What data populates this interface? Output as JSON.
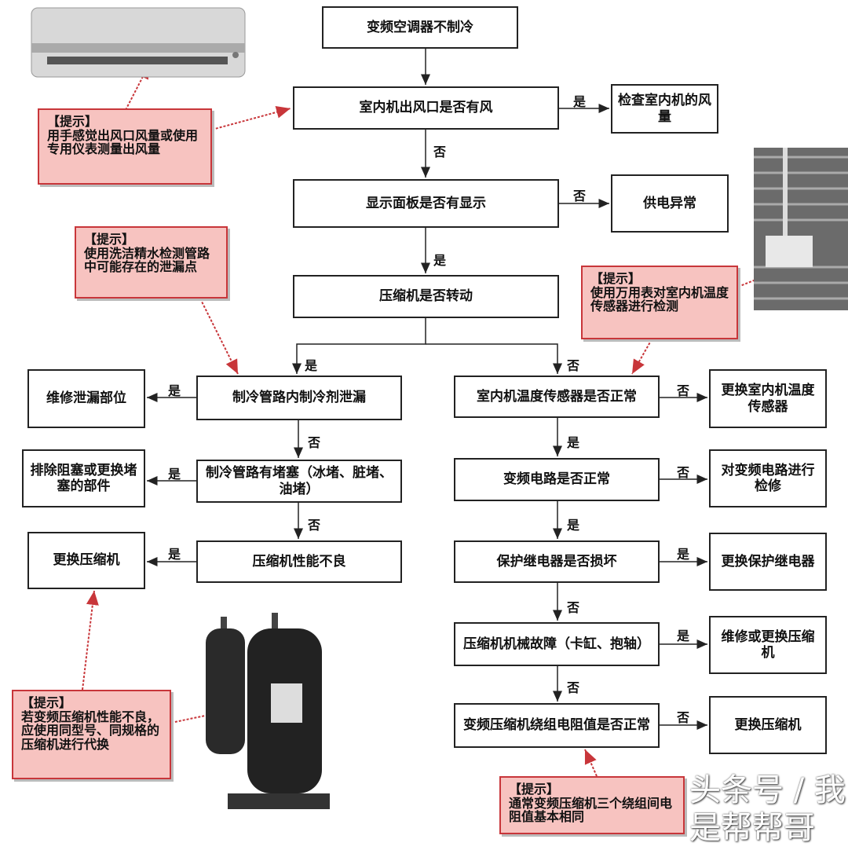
{
  "start": "变频空调器不制冷",
  "q1": "室内机出风口是否有风",
  "q1_yes": "检查室内机的风量",
  "q2": "显示面板是否有显示",
  "q2_no": "供电异常",
  "q3": "压缩机是否转动",
  "l1": "制冷管路内制冷剂泄漏",
  "l1_yes": "维修泄漏部位",
  "l2": "制冷管路有堵塞（冰堵、脏堵、油堵）",
  "l2_yes": "排除阻塞或更换堵塞的部件",
  "l3": "压缩机性能不良",
  "l3_yes": "更换压缩机",
  "r1": "室内机温度传感器是否正常",
  "r1_no": "更换室内机温度传感器",
  "r2": "变频电路是否正常",
  "r2_no": "对变频电路进行检修",
  "r3": "保护继电器是否损坏",
  "r3_yes": "更换保护继电器",
  "r4": "压缩机机械故障（卡缸、抱轴）",
  "r4_yes": "维修或更换压缩机",
  "r5": "变频压缩机绕组电阻值是否正常",
  "r5_no": "更换压缩机",
  "yes": "是",
  "no": "否",
  "tips": [
    {
      "title": "【提示】",
      "text": "用手感觉出风口风量或使用专用仪表测量出风量"
    },
    {
      "title": "【提示】",
      "text": "使用洗洁精水检测管路中可能存在的泄漏点"
    },
    {
      "title": "【提示】",
      "text": "使用万用表对室内机温度传感器进行检测"
    },
    {
      "title": "【提示】",
      "text": "若变频压缩机性能不良，应使用同型号、同规格的压缩机进行代换"
    },
    {
      "title": "【提示】",
      "text": "通常变频压缩机三个绕组间电阻值基本相同"
    }
  ],
  "watermark": "头条号 / 我是帮帮哥",
  "colors": {
    "tip_fill": "#f7c3c0",
    "tip_border": "#c8363a",
    "arrow": "#222"
  }
}
